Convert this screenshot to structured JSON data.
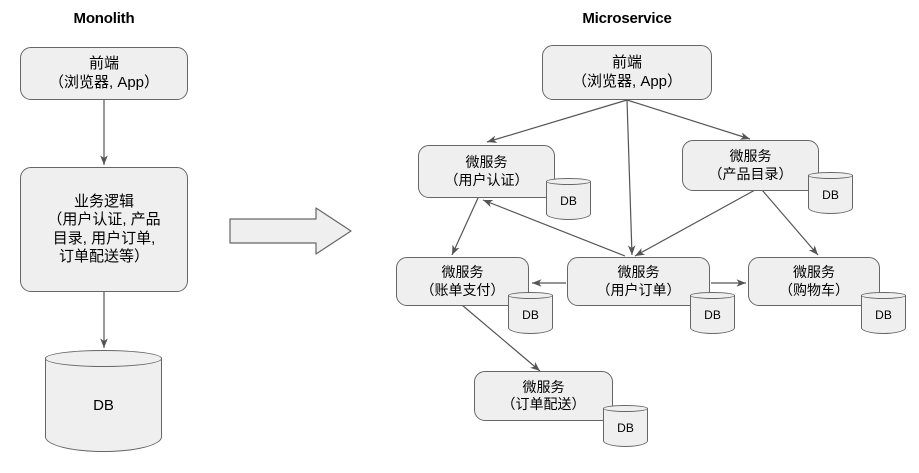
{
  "diagram": {
    "title_left": "Monolith",
    "title_right": "Microservice",
    "db_label": "DB",
    "colors": {
      "node_fill": "#efefef",
      "node_stroke": "#666666",
      "edge_stroke": "#555555",
      "text": "#000000",
      "background": "#ffffff"
    }
  },
  "monolith": {
    "frontend": {
      "line1": "前端",
      "line2": "（浏览器, App）"
    },
    "business_logic": {
      "line1": "业务逻辑",
      "line2": "（用户认证, 产品",
      "line3": "目录, 用户订单,",
      "line4": "订单配送等）"
    },
    "database": {
      "label": "DB"
    }
  },
  "microservice": {
    "frontend": {
      "line1": "前端",
      "line2": "（浏览器, App）"
    },
    "services": [
      {
        "id": "auth",
        "line1": "微服务",
        "line2": "（用户认证）",
        "db": "DB"
      },
      {
        "id": "catalog",
        "line1": "微服务",
        "line2": "（产品目录）",
        "db": "DB"
      },
      {
        "id": "billing",
        "line1": "微服务",
        "line2": "（账单支付）",
        "db": "DB"
      },
      {
        "id": "orders",
        "line1": "微服务",
        "line2": "（用户订单）",
        "db": "DB"
      },
      {
        "id": "cart",
        "line1": "微服务",
        "line2": "（购物车）",
        "db": "DB"
      },
      {
        "id": "shipping",
        "line1": "微服务",
        "line2": "（订单配送）",
        "db": "DB"
      }
    ]
  }
}
